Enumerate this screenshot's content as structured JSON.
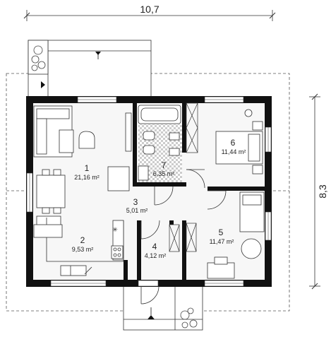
{
  "dimensions": {
    "width": "10,7",
    "height": "8,3"
  },
  "rooms": [
    {
      "number": "1",
      "area": "21,16 m²"
    },
    {
      "number": "2",
      "area": "9,53 m²"
    },
    {
      "number": "3",
      "area": "5,01 m²"
    },
    {
      "number": "4",
      "area": "4,12 m²"
    },
    {
      "number": "5",
      "area": "11,47 m²"
    },
    {
      "number": "6",
      "area": "11,44 m²"
    },
    {
      "number": "7",
      "area": "6,35 m²"
    }
  ],
  "colors": {
    "wall": "#111111",
    "line": "#333333",
    "tile": "#bbbbbb",
    "floor": "#f7f7f7"
  }
}
